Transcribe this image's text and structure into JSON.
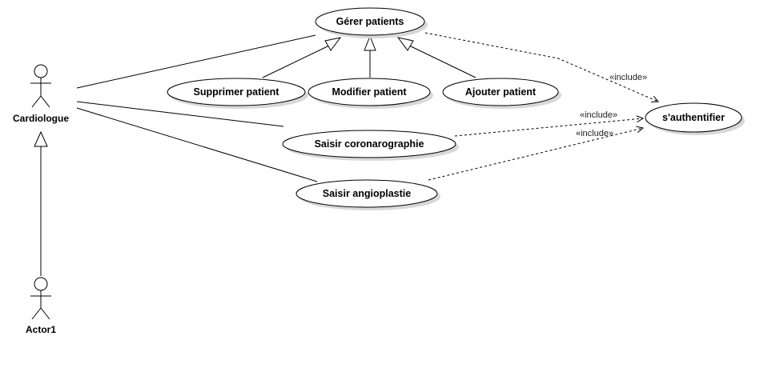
{
  "actors": {
    "cardiologue": {
      "label": "Cardiologue"
    },
    "actor1": {
      "label": "Actor1"
    }
  },
  "use_cases": {
    "gerer_patients": {
      "label": "Gérer patients"
    },
    "supprimer_patient": {
      "label": "Supprimer patient"
    },
    "modifier_patient": {
      "label": "Modifier patient"
    },
    "ajouter_patient": {
      "label": "Ajouter patient"
    },
    "saisir_coronarographie": {
      "label": "Saisir coronarographie"
    },
    "saisir_angioplastie": {
      "label": "Saisir angioplastie"
    },
    "s_authentifier": {
      "label": "s'authentifier"
    }
  },
  "relations": {
    "include_label": "«include»"
  },
  "colors": {
    "line": "#000000",
    "shadow": "#d8d8d8",
    "fill": "#ffffff"
  }
}
